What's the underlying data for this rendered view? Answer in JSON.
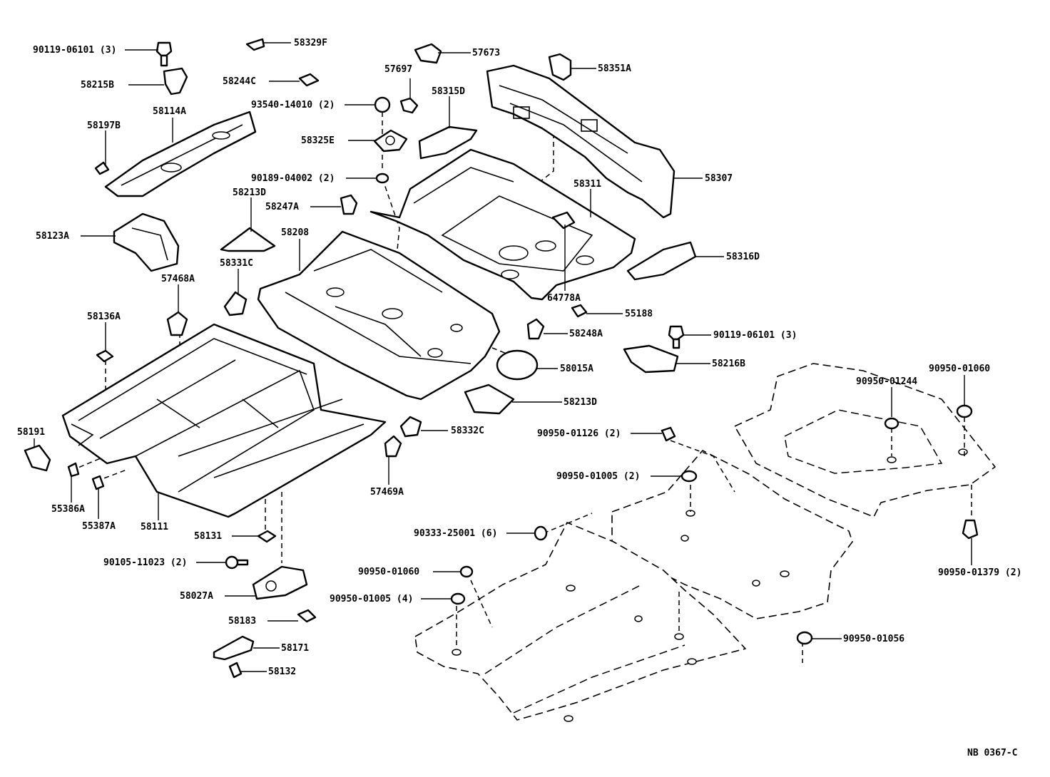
{
  "labels": {
    "l01": "90119-06101 (3)",
    "l02": "58329F",
    "l03": "57673",
    "l04": "58215B",
    "l05": "58244C",
    "l06": "57697",
    "l07": "58351A",
    "l08": "93540-14010 (2)",
    "l09": "58315D",
    "l10": "58114A",
    "l11": "58197B",
    "l12": "58325E",
    "l13": "58307",
    "l14": "90189-04002 (2)",
    "l15": "58213D",
    "l16": "58247A",
    "l17": "58311",
    "l18": "58123A",
    "l19": "58208",
    "l20": "58331C",
    "l21": "58316D",
    "l22": "57468A",
    "l23": "64778A",
    "l24": "58136A",
    "l25": "55188",
    "l26": "58248A",
    "l27": "90119-06101 (3)",
    "l28": "58216B",
    "l29": "58015A",
    "l30": "90950-01060",
    "l31": "90950-01244",
    "l32": "58213D",
    "l33": "58191",
    "l34": "58332C",
    "l35": "90950-01126 (2)",
    "l36": "57469A",
    "l37": "90950-01005 (2)",
    "l38": "55386A",
    "l39": "55387A",
    "l40": "58111",
    "l41": "58131",
    "l42": "90333-25001 (6)",
    "l43": "90950-01379 (2)",
    "l44": "90105-11023 (2)",
    "l45": "90950-01060",
    "l46": "58027A",
    "l47": "90950-01005 (4)",
    "l48": "58183",
    "l49": "90950-01056",
    "l50": "58171",
    "l51": "58132"
  },
  "diagram_code": "NB 0367-C"
}
